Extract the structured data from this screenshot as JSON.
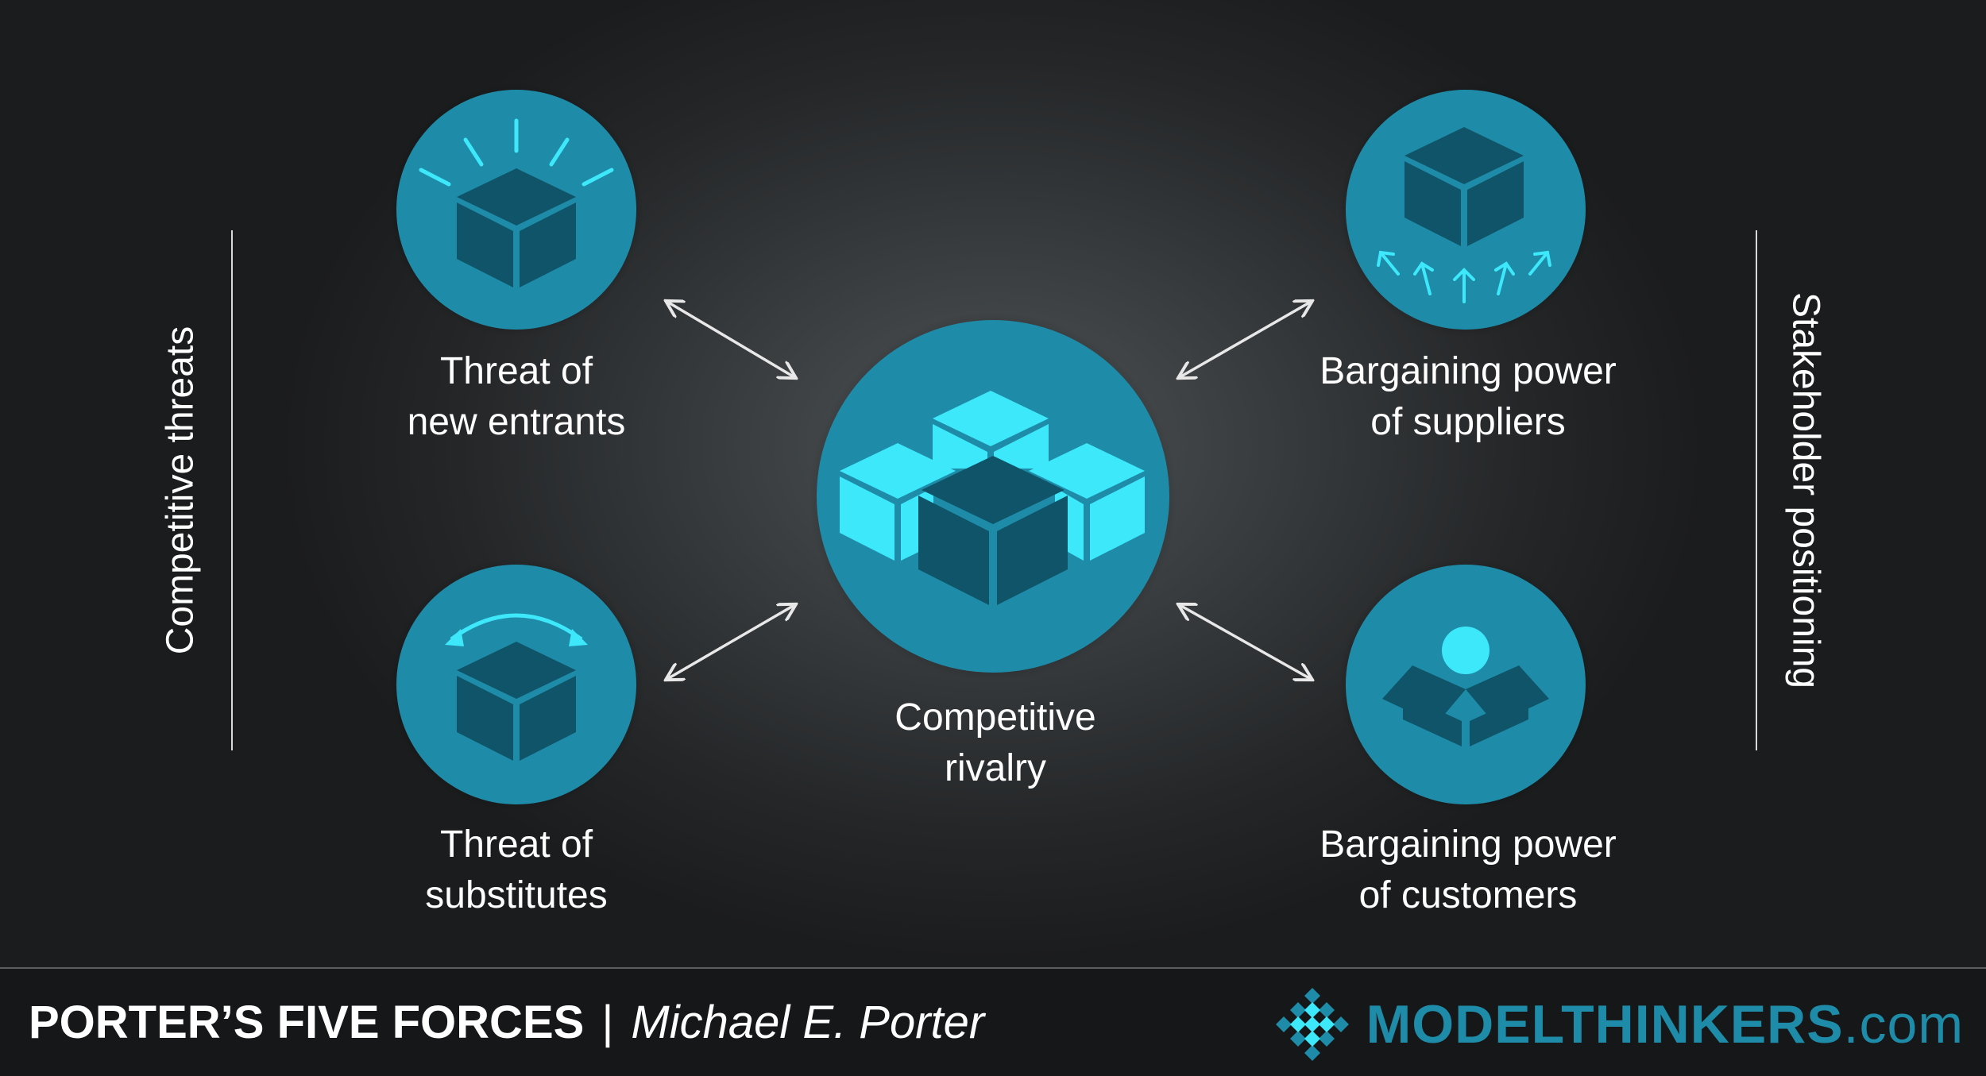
{
  "nodes": {
    "new_entrants": {
      "line1": "Threat of",
      "line2": "new entrants"
    },
    "substitutes": {
      "line1": "Threat of",
      "line2": "substitutes"
    },
    "rivalry": {
      "line1": "Competitive",
      "line2": "rivalry"
    },
    "suppliers": {
      "line1": "Bargaining power",
      "line2": "of suppliers"
    },
    "customers": {
      "line1": "Bargaining power",
      "line2": "of customers"
    }
  },
  "side_labels": {
    "left": "Competitive threats",
    "right": "Stakeholder positioning"
  },
  "footer": {
    "title": "PORTER’S FIVE FORCES",
    "separator": "|",
    "author": "Michael E. Porter"
  },
  "brand": {
    "name": "MODELTHINKERS",
    "suffix": ".com"
  },
  "colors": {
    "circle": "#1e8ca8",
    "cube_dark": "#0f5468",
    "cube_light": "#3de8fb",
    "arrow": "#e8e8e8",
    "brand": "#1e8ca8"
  },
  "icons": {
    "new_entrants": "cube-with-rays-icon",
    "substitutes": "cube-with-swap-arc-icon",
    "rivalry": "cube-cluster-icon",
    "suppliers": "cube-with-inward-arrows-icon",
    "customers": "open-box-with-ball-icon"
  }
}
